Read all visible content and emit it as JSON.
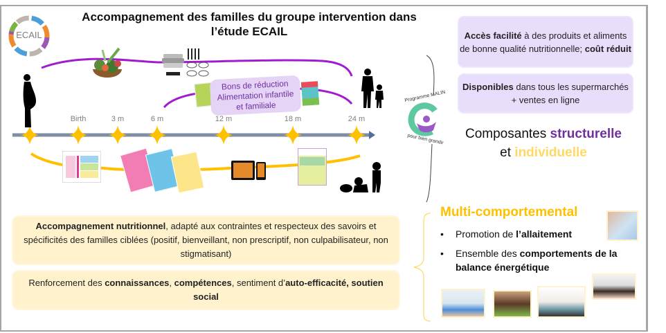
{
  "title": {
    "line1": "Accompagnement des familles du groupe intervention dans",
    "line2": "l’étude ECAIL"
  },
  "logo": {
    "text": "ECAIL"
  },
  "timeline": {
    "ticks": [
      "",
      "Birth",
      "3 m",
      "6 m",
      "12 m",
      "18 m",
      "24 m"
    ],
    "axis_color": "#7f8ea3",
    "star_color": "#ffc000",
    "structural_line_color": "#a21ccf",
    "individual_line_color": "#ffc000"
  },
  "coupon": {
    "line1": "Bons de réduction",
    "line2": "Alimentation infantile",
    "line3": "et familiale"
  },
  "malin_logo": {
    "top_text": "Programme MALIN",
    "bottom_text": "pour bien grandir"
  },
  "structural_boxes": [
    {
      "bold1": "Accès facilité",
      "text1": " à des produits et aliments de bonne qualité nutritionnelle; ",
      "bold2": "coût réduit"
    },
    {
      "bold1": "Disponibles",
      "text1": " dans tous les supermarchés + ventes en ligne"
    }
  ],
  "components": {
    "prefix": "Composantes ",
    "structural": "structurelle",
    "connector": "et ",
    "individual": "individuelle"
  },
  "individual_boxes": [
    {
      "bold1": "Accompagnement nutritionnel",
      "text1": ", adapté aux contraintes et respecteux des savoirs et spécificités des familles ciblées (positif, bienveillant, non prescriptif, non culpabilisateur, non stigmatisant)"
    },
    {
      "text1": "Renforcement des ",
      "bold1": "connaissances",
      "text2": ", ",
      "bold2": "compétences",
      "text3": ", sentiment d’",
      "bold3": "auto-efficacité, soutien social"
    }
  ],
  "multi": {
    "title": "Multi-comportemental",
    "bullet_char": "•",
    "item1_text": "Promotion de ",
    "item1_bold": "l’allaitement",
    "item2_text": "Ensemble des ",
    "item2_bold": "comportements de la balance énergétique"
  },
  "colors": {
    "purple_box": "#e8ddfb",
    "yellow_box": "#fff2cc",
    "structural_accent": "#7030a0",
    "individual_accent": "#ffd966",
    "multi_accent": "#ffc000"
  }
}
